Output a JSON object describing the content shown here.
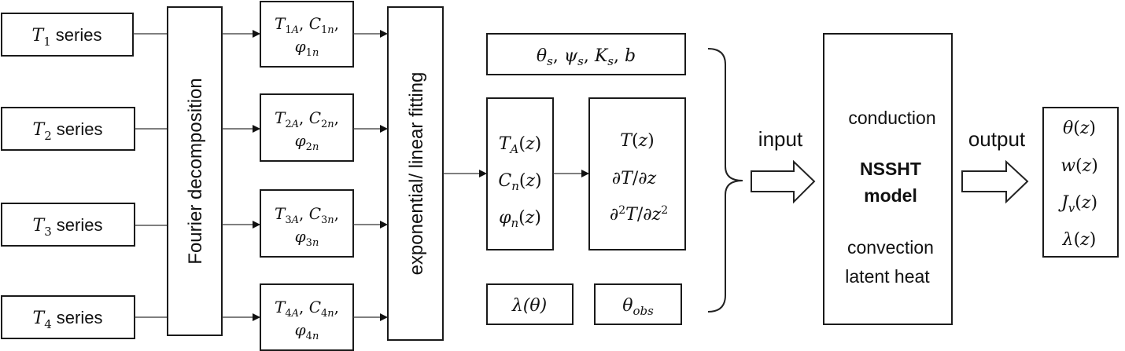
{
  "series_boxes": [
    {
      "symbol": "T",
      "sub": "1",
      "label": "series"
    },
    {
      "symbol": "T",
      "sub": "2",
      "label": "series"
    },
    {
      "symbol": "T",
      "sub": "3",
      "label": "series"
    },
    {
      "symbol": "T",
      "sub": "4",
      "label": "series"
    }
  ],
  "fourier_label": "Fourier decomposition",
  "coef_boxes": [
    {
      "n": "1"
    },
    {
      "n": "2"
    },
    {
      "n": "3"
    },
    {
      "n": "4"
    }
  ],
  "fitting_label": "exponential/ linear fitting",
  "params_box": "θs, ψs, Ks, b",
  "profile_box": [
    "TA(z)",
    "Cn(z)",
    "φn(z)"
  ],
  "derivative_box": [
    "T(z)",
    "∂T/∂z",
    "∂²T/∂z²"
  ],
  "lambda_box": "λ(θ)",
  "theta_obs_box": "θobs",
  "input_label": "input",
  "model": {
    "line1": "conduction",
    "title1": "NSSHT",
    "title2": "model",
    "line3": "convection",
    "line4": "latent heat"
  },
  "output_label": "output",
  "output_box": [
    "θ(z)",
    "w(z)",
    "Jv(z)",
    "λ(z)"
  ]
}
